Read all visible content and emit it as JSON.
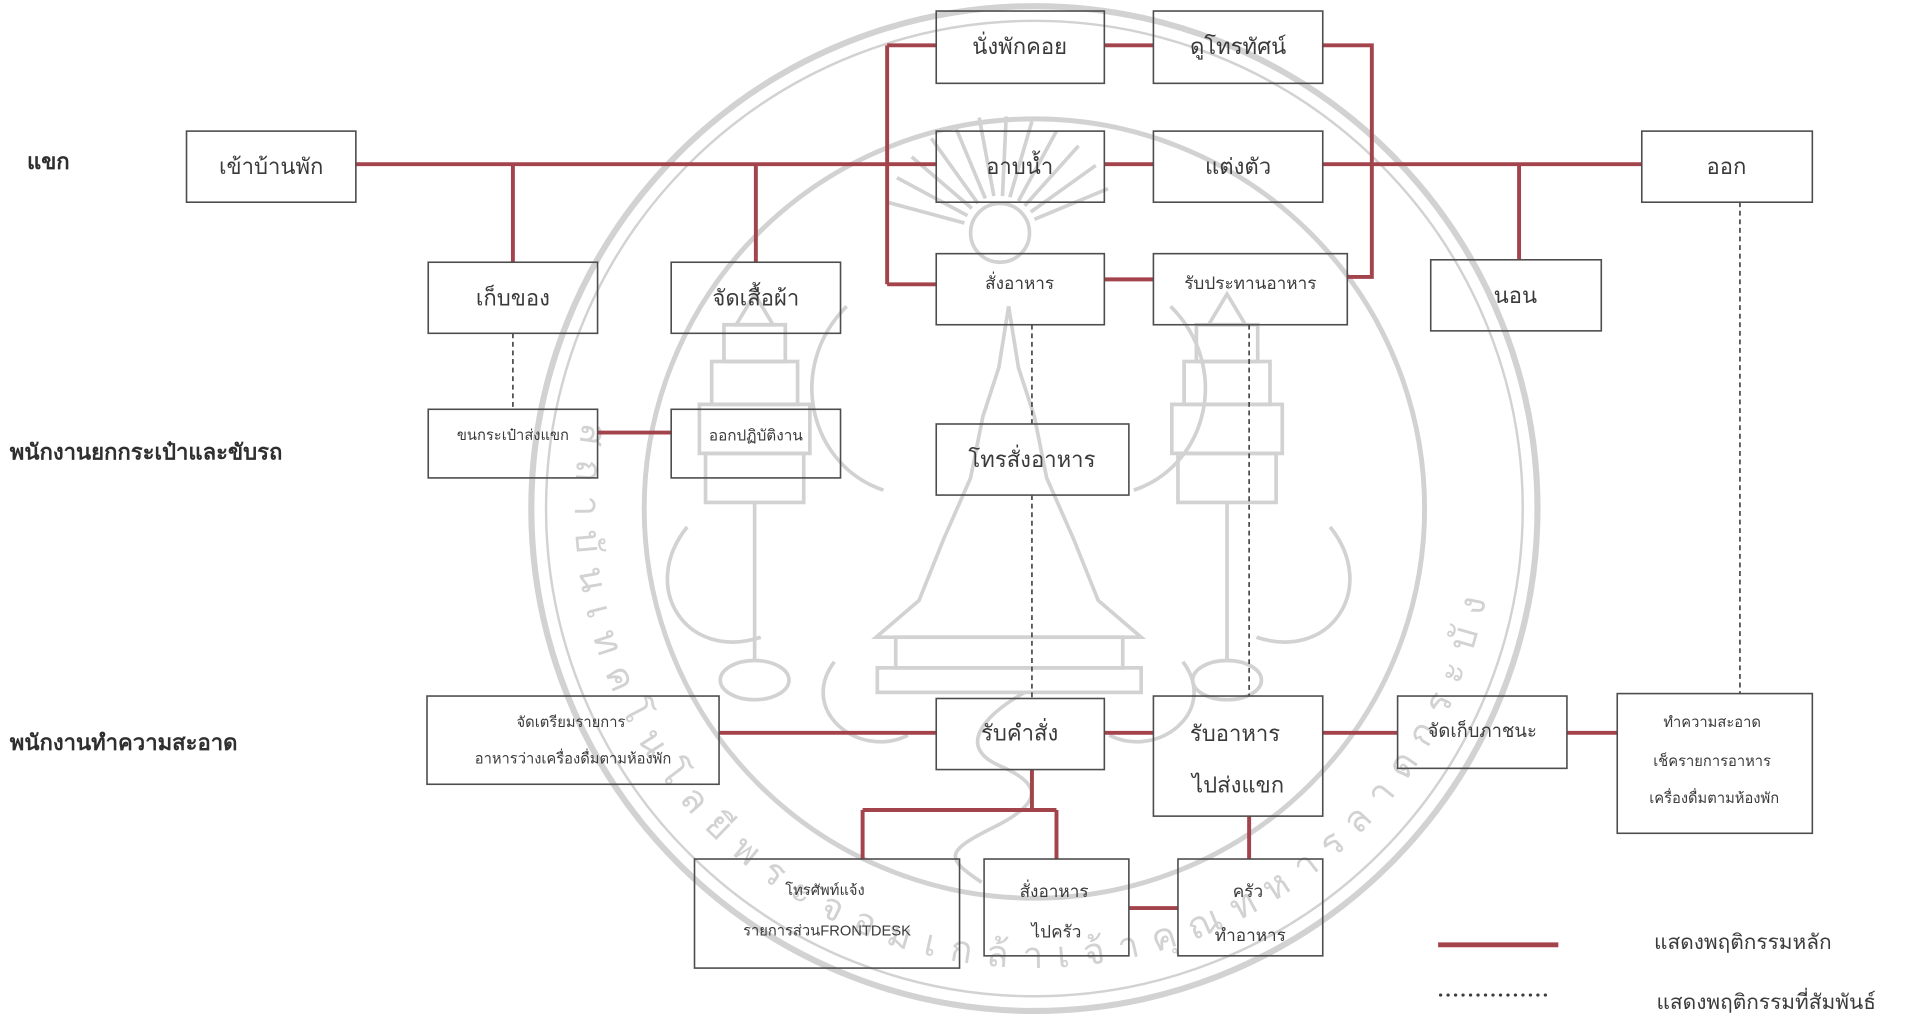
{
  "diagram": {
    "lanes": [
      {
        "label": "แขก"
      },
      {
        "label": "พนักงานยกกระเป๋าและขับรถ"
      },
      {
        "label": "พนักงานทำความสะอาด"
      }
    ],
    "nodes": {
      "check_in": "เข้าบ้านพัก",
      "wait": "นั่งพักคอย",
      "watch_tv": "ดูโทรทัศน์",
      "bathe": "อาบน้ำ",
      "dress": "แต่งตัว",
      "leave": "ออก",
      "store_items": "เก็บของ",
      "arrange_clothes": "จัดเสื้อผ้า",
      "order_food": "สั่งอาหาร",
      "eat": "รับประทานอาหาร",
      "sleep": "นอน",
      "carry_luggage": "ขนกระเป๋าส่งแขก",
      "go_to_work": "ออกปฏิบัติงาน",
      "phone_order": "โทรสั่งอาหาร",
      "prepare_menu": [
        "จัดเตรียมรายการ",
        "อาหารว่างเครื่องดื่มตามห้องพัก"
      ],
      "receive_order": "รับคำสั่ง",
      "deliver_food": [
        "รับอาหาร",
        "ไปส่งแขก"
      ],
      "collect_dishes": "จัดเก็บภาชนะ",
      "clean_check": [
        "ทำความสะอาด",
        "เช็ครายการอาหาร",
        "เครื่องดื่มตามห้องพัก"
      ],
      "notify_frontdesk": [
        "โทรศัพท์แจ้ง",
        "รายการส่วนFRONTDESK"
      ],
      "order_to_kitchen": [
        "สั่งอาหาร",
        "ไปครัว"
      ],
      "kitchen_cook": [
        "ครัว",
        "ทำอาหาร"
      ]
    },
    "legend": {
      "main": "แสดงพฤติกรรมหลัก",
      "related": "แสดงพฤติกรรมที่สัมพันธ์"
    }
  },
  "watermark": {
    "text": "สถาบันเทคโนโลยีพระจอมเกล้าเจ้าคุณทหารลาดกระบัง"
  },
  "colors": {
    "main_line": "#a3434c",
    "related_line": "#3d3d3d",
    "box_border": "#4d4d4d",
    "text": "#3a3a3a",
    "watermark": "#d2d2d2"
  }
}
